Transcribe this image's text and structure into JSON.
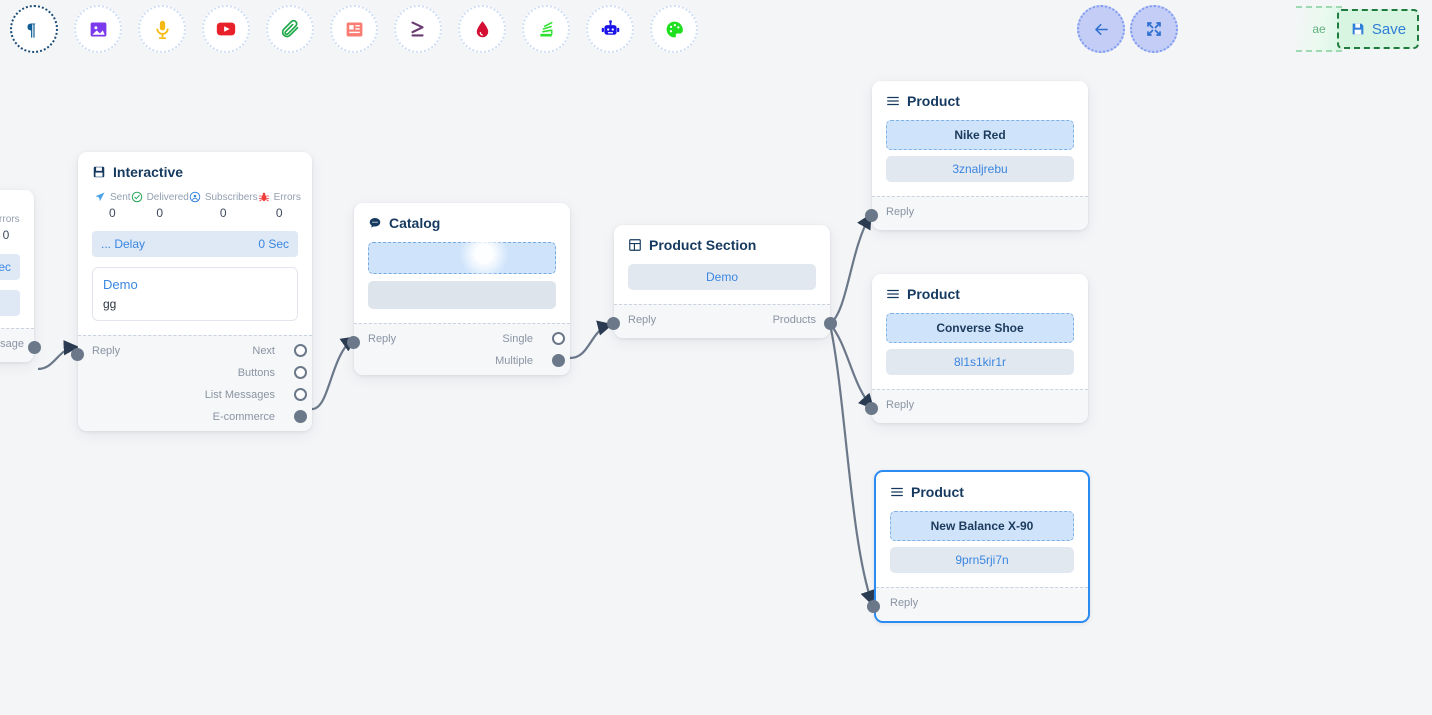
{
  "toolbar": {
    "items": [
      {
        "name": "paragraph-icon",
        "label": "Paragraph",
        "active": true
      },
      {
        "name": "image-icon",
        "label": "Image",
        "active": false
      },
      {
        "name": "microphone-icon",
        "label": "Audio",
        "active": false
      },
      {
        "name": "youtube-icon",
        "label": "Video",
        "active": false
      },
      {
        "name": "paperclip-icon",
        "label": "Attachment",
        "active": false
      },
      {
        "name": "news-card-icon",
        "label": "Card",
        "active": false
      },
      {
        "name": "greater-equal-icon",
        "label": "Condition",
        "active": false
      },
      {
        "name": "droplet-icon",
        "label": "Droplet",
        "active": false
      },
      {
        "name": "stack-icon",
        "label": "Stack",
        "active": false
      },
      {
        "name": "robot-icon",
        "label": "Bot",
        "active": false
      },
      {
        "name": "palette-icon",
        "label": "Palette",
        "active": false
      }
    ]
  },
  "controls": {
    "back_label": "Back",
    "fit_label": "Fit view",
    "ghost_label": "ae",
    "save_label": "Save"
  },
  "nodes": {
    "cut_off": {
      "stat_label": "Errors",
      "stat_value": "0",
      "delay_value": "Sec",
      "port_label": "essage"
    },
    "interactive": {
      "title": "Interactive",
      "icon": "interactive-icon",
      "stats": [
        {
          "label": "Sent",
          "value": "0",
          "icon": "paper-plane-icon"
        },
        {
          "label": "Delivered",
          "value": "0",
          "icon": "check-circle-icon"
        },
        {
          "label": "Subscribers",
          "value": "0",
          "icon": "user-circle-icon"
        },
        {
          "label": "Errors",
          "value": "0",
          "icon": "bug-icon"
        }
      ],
      "delay_label": "... Delay",
      "delay_value": "0 Sec",
      "message_title": "Demo",
      "message_text": "gg",
      "in_port": "Reply",
      "out_ports": [
        {
          "label": "Next",
          "filled": false
        },
        {
          "label": "Buttons",
          "filled": false
        },
        {
          "label": "List Messages",
          "filled": false
        },
        {
          "label": "E-commerce",
          "filled": true
        }
      ]
    },
    "catalog": {
      "title": "Catalog",
      "icon": "chat-bubble-icon",
      "in_port": "Reply",
      "out_ports": [
        {
          "label": "Single",
          "filled": false
        },
        {
          "label": "Multiple",
          "filled": true
        }
      ]
    },
    "product_section": {
      "title": "Product Section",
      "icon": "grid-icon",
      "field_value": "Demo",
      "in_port": "Reply",
      "out_port": "Products"
    },
    "products": [
      {
        "title": "Product",
        "icon": "list-icon",
        "name": "Nike Red",
        "id": "3znaljrebu",
        "in_port": "Reply",
        "selected": false
      },
      {
        "title": "Product",
        "icon": "list-icon",
        "name": "Converse Shoe",
        "id": "8l1s1kir1r",
        "in_port": "Reply",
        "selected": false
      },
      {
        "title": "Product",
        "icon": "list-icon",
        "name": "New Balance X-90",
        "id": "9prn5rji7n",
        "in_port": "Reply",
        "selected": true
      }
    ]
  },
  "colors": {
    "canvas_bg": "#f4f5f7",
    "accent_blue": "#3a86e0",
    "selection_blue": "#2a8bf2",
    "edge_gray": "#6b7889",
    "save_green": "#1f7a3d",
    "title_navy": "#163a5f"
  }
}
